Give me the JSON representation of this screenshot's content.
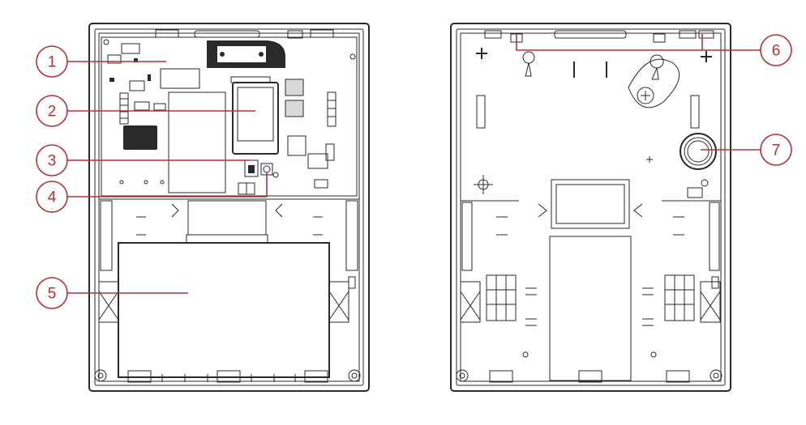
{
  "accent_color": "#b5303a",
  "callouts": [
    {
      "id": "1",
      "label": "1"
    },
    {
      "id": "2",
      "label": "2"
    },
    {
      "id": "3",
      "label": "3"
    },
    {
      "id": "4",
      "label": "4"
    },
    {
      "id": "5",
      "label": "5"
    },
    {
      "id": "6",
      "label": "6"
    },
    {
      "id": "7",
      "label": "7"
    }
  ]
}
